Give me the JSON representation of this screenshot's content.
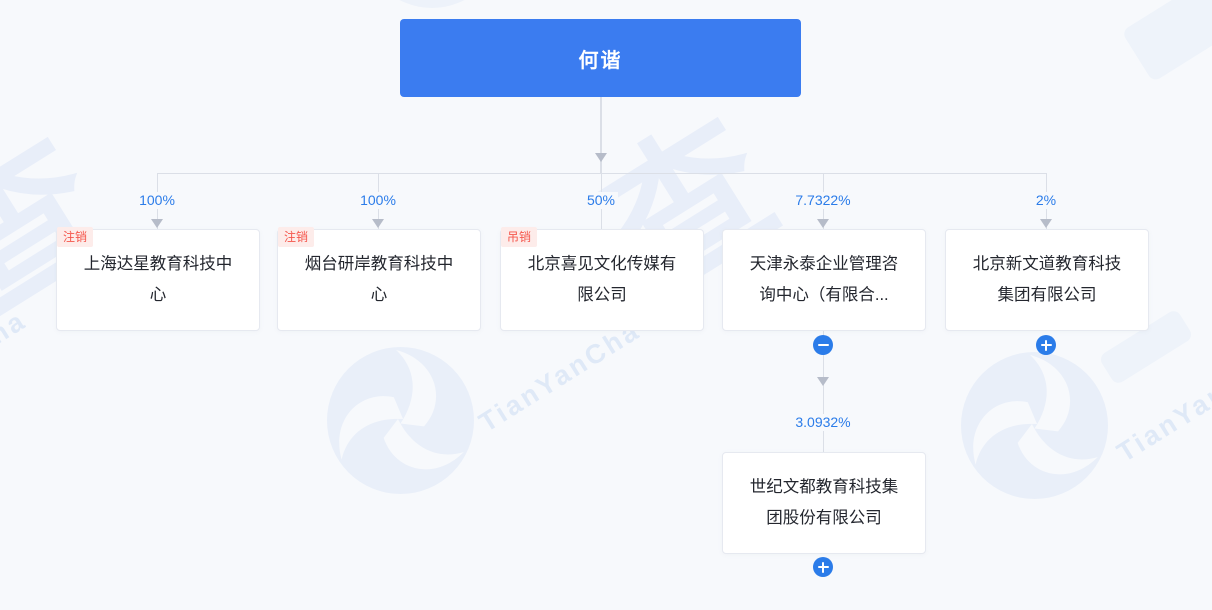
{
  "page": {
    "background_color": "#f7f9fc"
  },
  "root_node": {
    "label": "何谐",
    "color": "#3b7cf0"
  },
  "companies": [
    {
      "status_badge": "注销",
      "name": "上海达星教育科技中心",
      "share_percent": "100%"
    },
    {
      "status_badge": "注销",
      "name": "烟台研岸教育科技中心",
      "share_percent": "100%"
    },
    {
      "status_badge": "吊销",
      "name": "北京喜见文化传媒有限公司",
      "share_percent": "50%"
    },
    {
      "name": "天津永泰企业管理咨询中心（有限合...",
      "share_percent": "7.7322%",
      "toggle": "collapse",
      "children": [
        {
          "name": "世纪文都教育科技集团股份有限公司",
          "share_percent": "3.0932%",
          "toggle": "expand"
        }
      ]
    },
    {
      "name": "北京新文道教育科技集团有限公司",
      "share_percent": "2%",
      "toggle": "expand"
    }
  ],
  "watermark": {
    "cjk_char": "查",
    "latin_text": "TianYanCha",
    "color": "#e9eff9"
  },
  "colors": {
    "accent_blue": "#2b7ce9",
    "root_blue": "#3b7cf0",
    "badge_text": "#f5564c",
    "badge_background": "#fdecea",
    "connector_line": "#dbdfe7",
    "arrowhead": "#b6bcc9"
  }
}
